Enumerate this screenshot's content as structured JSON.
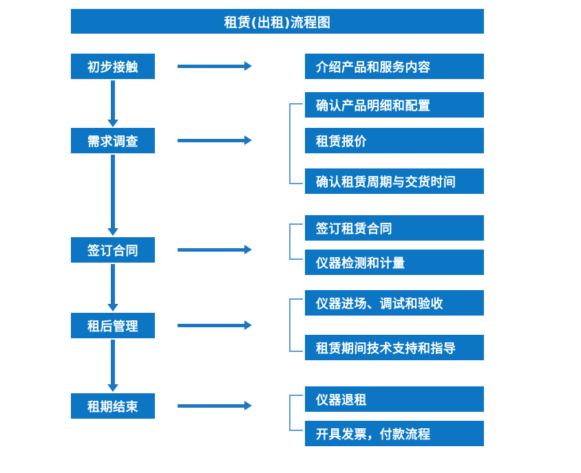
{
  "diagram": {
    "title": "租赁(出租)流程图",
    "colors": {
      "box_blue": "#0C76C4",
      "arrow_blue": "#1B77BF",
      "bracket_blue": "#5B9BD5",
      "text_white": "#FFFFFF",
      "background": "#FFFFFF"
    },
    "stages": [
      {
        "label": "初步接触"
      },
      {
        "label": "需求调查"
      },
      {
        "label": "签订合同"
      },
      {
        "label": "租后管理"
      },
      {
        "label": "租期结束"
      }
    ],
    "details": [
      {
        "label": "介绍产品和服务内容"
      },
      {
        "label": "确认产品明细和配置"
      },
      {
        "label": "租赁报价"
      },
      {
        "label": "确认租赁周期与交货时间"
      },
      {
        "label": "签订租赁合同"
      },
      {
        "label": "仪器检测和计量"
      },
      {
        "label": "仪器进场、调试和验收"
      },
      {
        "label": "租赁期间技术支持和指导"
      },
      {
        "label": "仪器退租"
      },
      {
        "label": "开具发票，付款流程"
      }
    ]
  }
}
